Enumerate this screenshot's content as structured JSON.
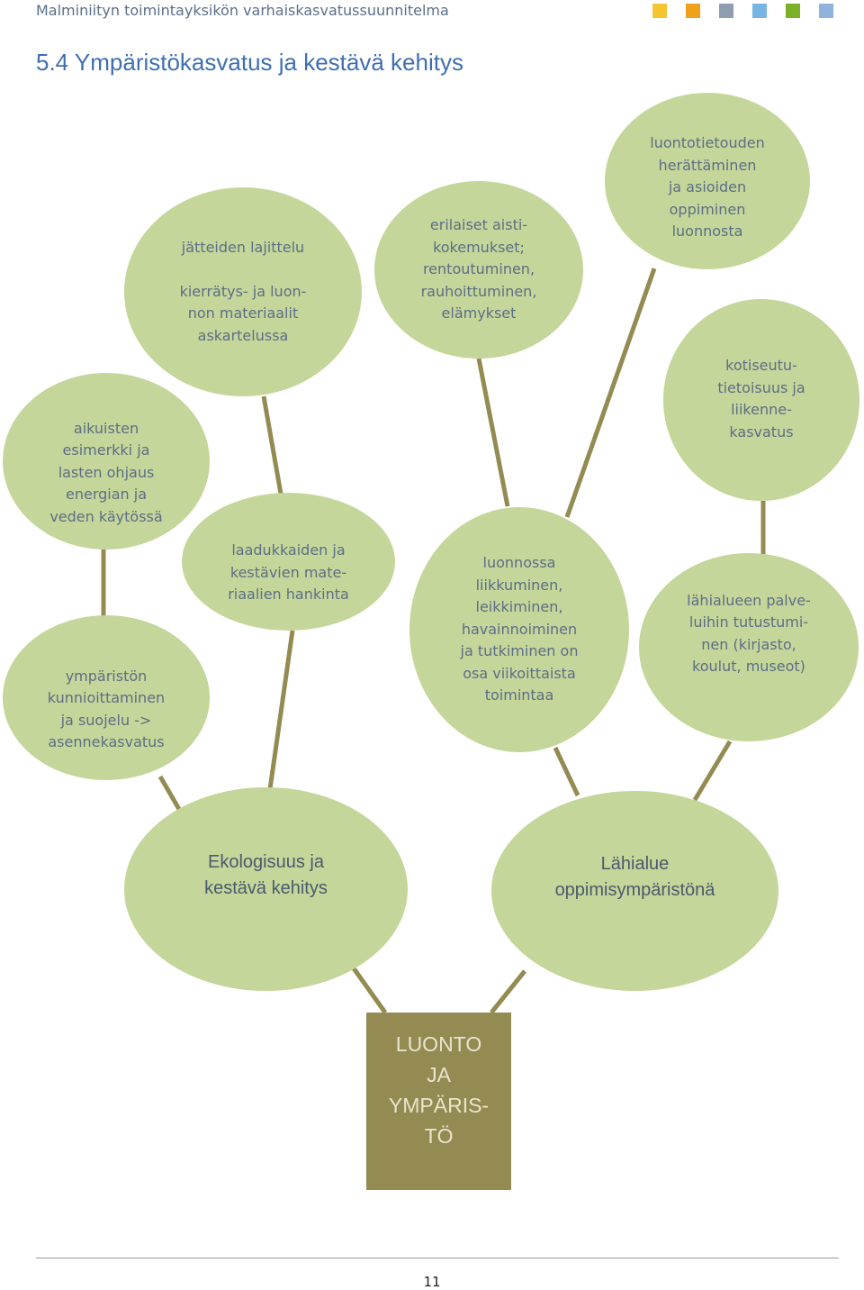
{
  "header": {
    "title": "Malminiityn toimintayksikön varhaiskasvatussuunnitelma",
    "squares": [
      "#f5c431",
      "#f0a11a",
      "#8e9eaf",
      "#78b5e2",
      "#7ab128",
      "#8fb3dc"
    ]
  },
  "section_title": "5.4 Ympäristökasvatus ja kestävä kehitys",
  "bubbles": {
    "jatteet": "jätteiden lajittelu\n\nkierrätys- ja luon-\nnon materiaalit\naskartelussa",
    "aisti": "erilaiset aisti-\nkokemukset;\nrentoutuminen,\nrauhoittuminen,\nelämykset",
    "luontotieto": "luontotietouden\nherättäminen\nja asioiden\noppiminen\nluonnosta",
    "aikuiset": "aikuisten\nesimerkki ja\nlasten ohjaus\nenergian ja\nveden käytössä",
    "kotiseutu": "kotiseutu-\ntietoisuus ja\nliikenne-\nkasvatus",
    "laadukkaat": "laadukkaiden ja\nkestävien mate-\nriaalien hankinta",
    "luonnossa": "luonnossa\nliikkuminen,\nleikkiminen,\nhavainnoiminen\nja tutkiminen on\nosa viikoittaista\ntoimintaa",
    "ymparisto": "ympäristön\nkunnioittaminen\nja suojelu ->\nasennekasvatus",
    "lahialue_palvelut": "lähialueen palve-\nluihin tutustumi-\nnen (kirjasto,\nkoulut, museot)",
    "ekologisuus": "Ekologisuus ja\nkestävä kehitys",
    "lahialue": "Lähialue\noppimisympäristönä"
  },
  "trunk_label": "LUONTO\nJA\nYMPÄRIS-\nTÖ",
  "page_number": "11",
  "colors": {
    "bubble_fill": "#c5d69a",
    "branch": "#948b53",
    "trunk": "#948b53",
    "title": "#3f6fb0"
  }
}
